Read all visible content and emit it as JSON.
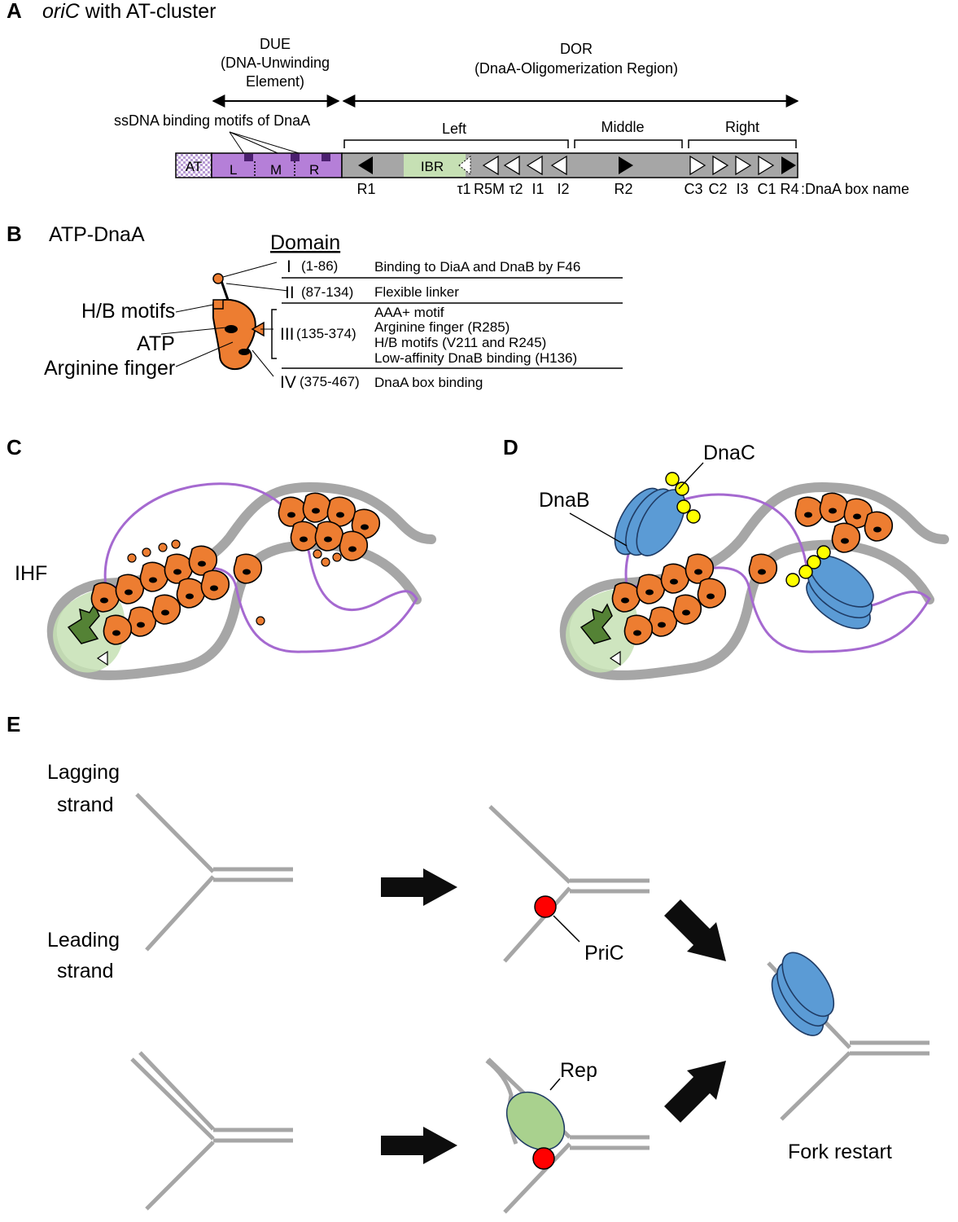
{
  "panel_a": {
    "letter": "A",
    "title_italic": "oriC",
    "title_rest": " with AT-cluster",
    "due": {
      "line1": "DUE",
      "line2": "(DNA-Unwinding",
      "line3": "Element)"
    },
    "dor": {
      "line1": "DOR",
      "line2": "(DnaA-Oligomerization Region)"
    },
    "ssdna_label": "ssDNA binding motifs of DnaA",
    "at_label": "AT",
    "motifs": [
      "L",
      "M",
      "R"
    ],
    "ibr_label": "IBR",
    "regions": [
      "Left",
      "Middle",
      "Right"
    ],
    "box_names": [
      "R1",
      "τ1",
      "R5M",
      "τ2",
      "I1",
      "I2",
      "R2",
      "C3",
      "C2",
      "I3",
      "C1",
      "R4"
    ],
    "box_name_suffix": ":DnaA box name",
    "colors": {
      "at": "#b79ad4",
      "due": "#b57fd8",
      "dor": "#a6a6a6",
      "ibr": "#c6e0b4",
      "motif": "#4b1f6f"
    }
  },
  "panel_b": {
    "letter": "B",
    "title": "ATP-DnaA",
    "domain_header": "Domain",
    "callouts": [
      "H/B motifs",
      "ATP",
      "Arginine finger"
    ],
    "domains": [
      {
        "numeral": "I",
        "range": "(1-86)",
        "desc": [
          "Binding to DiaA and DnaB by F46"
        ]
      },
      {
        "numeral": "II",
        "range": "(87-134)",
        "desc": [
          "Flexible linker"
        ]
      },
      {
        "numeral": "III",
        "range": "(135-374)",
        "desc": [
          "AAA+ motif",
          "Arginine finger (R285)",
          "H/B motifs (V211 and R245)",
          "Low-affinity DnaB binding (H136)"
        ]
      },
      {
        "numeral": "IV",
        "range": "(375-467)",
        "desc": [
          "DnaA box binding"
        ]
      }
    ],
    "colors": {
      "dnaa": "#ed7d31"
    }
  },
  "panel_c": {
    "letter": "C",
    "ihf_label": "IHF"
  },
  "panel_d": {
    "letter": "D",
    "dnac_label": "DnaC",
    "dnab_label": "DnaB"
  },
  "panel_e": {
    "letter": "E",
    "lagging_label": [
      "Lagging",
      "strand"
    ],
    "leading_label": [
      "Leading",
      "strand"
    ],
    "pric_label": "PriC",
    "rep_label": "Rep",
    "fork_restart_label": "Fork restart",
    "colors": {
      "dna": "#a6a6a6",
      "pric": "#ff0000",
      "rep": "#a9d18e",
      "dnab": "#5b9bd5",
      "dnac": "#ffff00",
      "ihf": "#548235",
      "loop": "#a569d0"
    }
  }
}
